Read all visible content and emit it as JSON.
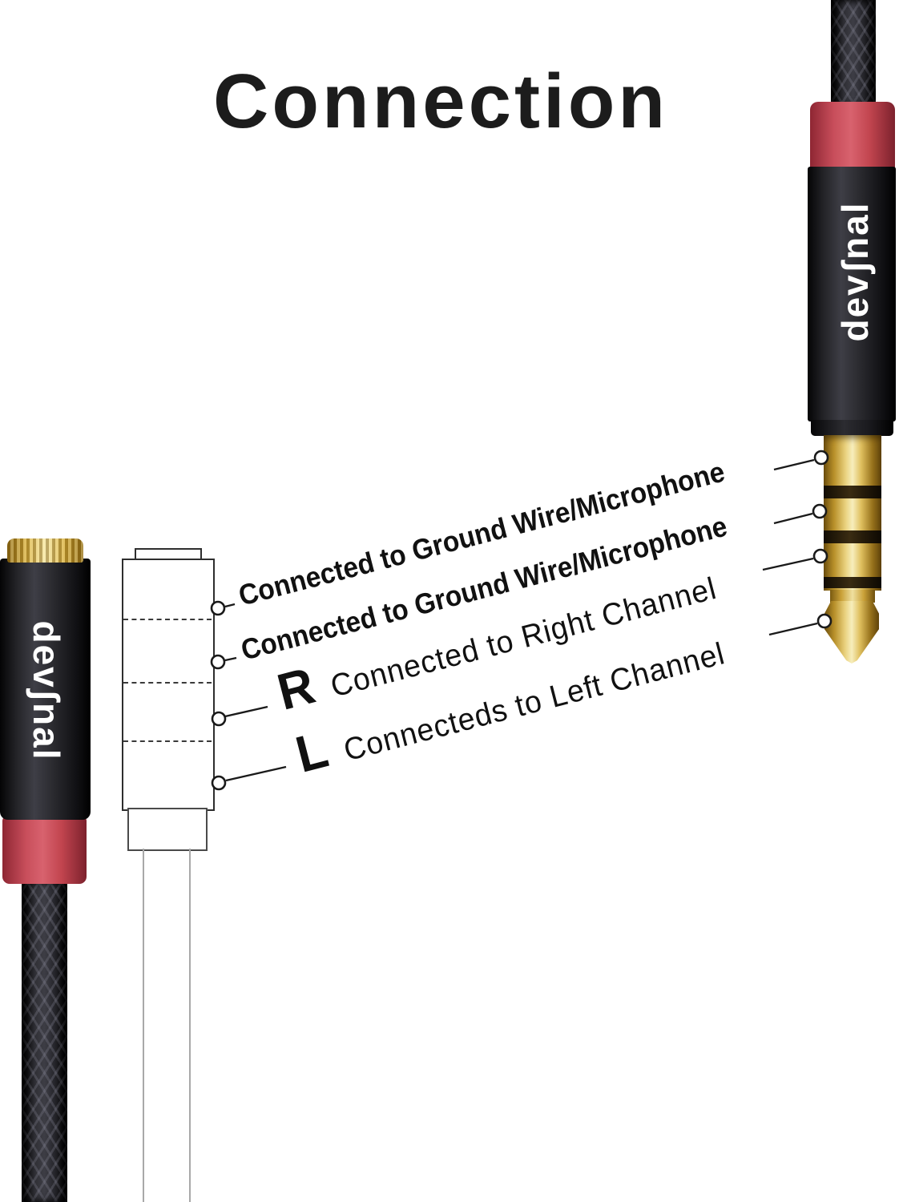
{
  "title": "Connection",
  "brand": {
    "logo_text": "devʃnal"
  },
  "annotations": [
    {
      "id": "sleeve",
      "prefix": "",
      "text": "Connected to Ground Wire/Microphone"
    },
    {
      "id": "ring2",
      "prefix": "",
      "text": "Connected to Ground Wire/Microphone"
    },
    {
      "id": "ring1",
      "prefix": "R",
      "text": "Connected to Right Channel"
    },
    {
      "id": "tip",
      "prefix": "L",
      "text": "Connecteds to Left Channel"
    }
  ],
  "colors": {
    "background": "#ffffff",
    "accent_red": "#c84e5b",
    "gold": "#d4ab3c",
    "cable_black": "#121215",
    "text": "#111111"
  }
}
